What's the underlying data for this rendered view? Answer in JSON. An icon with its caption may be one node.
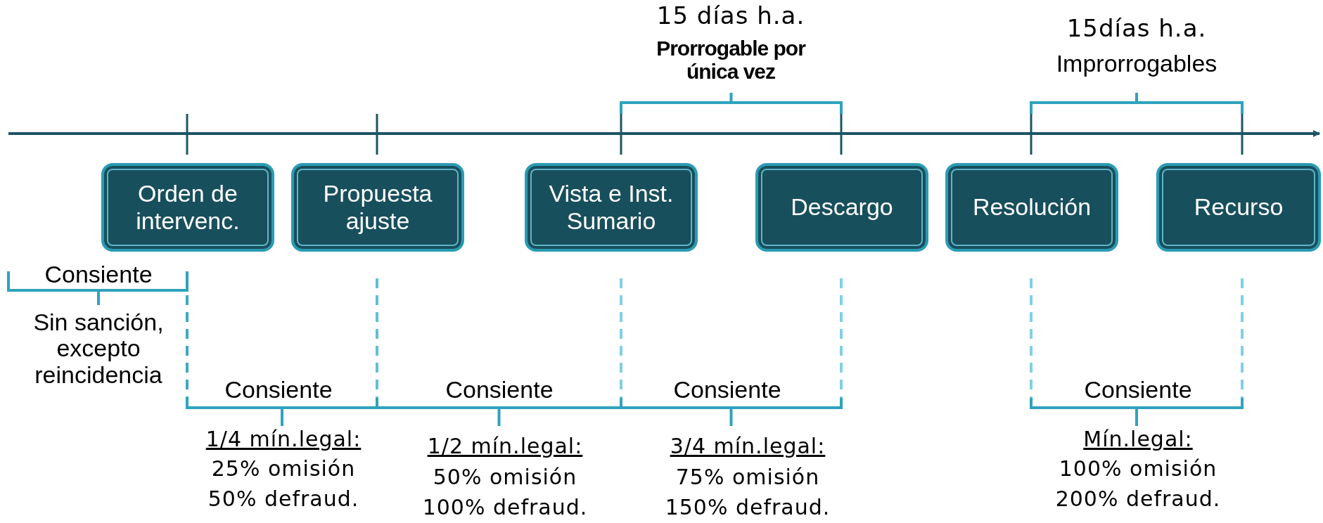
{
  "diagram": {
    "nodes": [
      {
        "text": [
          "Orden de intervenc."
        ]
      },
      {
        "text": [
          "Propuesta ajuste"
        ]
      },
      {
        "text": [
          "Vista e Inst. Sumario"
        ]
      },
      {
        "text": [
          "Descargo"
        ]
      },
      {
        "text": [
          "Resolución"
        ]
      },
      {
        "text": [
          "Recurso"
        ]
      }
    ],
    "labels": [
      "15 días h.a.",
      "Prorrogable por única vez",
      "15días h.a.",
      "Improrrogables",
      "Consiente",
      "Sin sanción, excepto reincidencia",
      "Consiente",
      "Consiente",
      "Consiente",
      "Consiente",
      "1/4 mín.legal:",
      "25% omisión",
      "50% defraud.",
      "1/2 mín.legal:",
      "50% omisión",
      "100% defraud.",
      "3/4 mín.legal:",
      "75% omisión",
      "150% defraud.",
      "Mín.legal:",
      "100% omisión",
      "200% defraud."
    ]
  }
}
